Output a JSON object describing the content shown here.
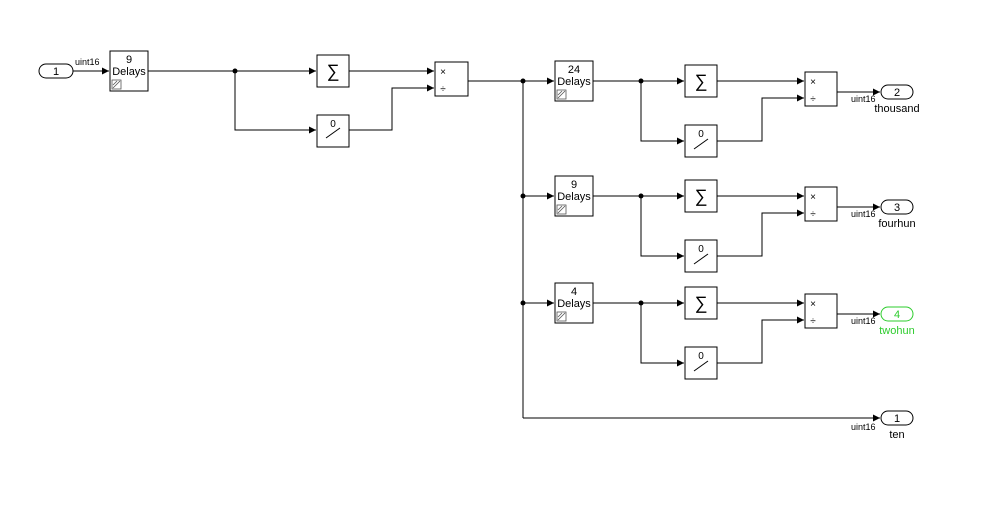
{
  "inport": {
    "number": "1",
    "signal_type": "uint16"
  },
  "delay_main": {
    "count": "9",
    "label": "Delays"
  },
  "discrete_zero_main": {
    "label": "0"
  },
  "product_ops": {
    "multiply": "×",
    "divide": "÷"
  },
  "branches": [
    {
      "delay_count": "24",
      "delay_label": "Delays",
      "zero_label": "0",
      "out_number": "2",
      "out_name": "thousand",
      "signal_type": "uint16",
      "highlight": false
    },
    {
      "delay_count": "9",
      "delay_label": "Delays",
      "zero_label": "0",
      "out_number": "3",
      "out_name": "fourhun",
      "signal_type": "uint16",
      "highlight": false
    },
    {
      "delay_count": "4",
      "delay_label": "Delays",
      "zero_label": "0",
      "out_number": "4",
      "out_name": "twohun",
      "signal_type": "uint16",
      "highlight": true
    }
  ],
  "direct_out": {
    "number": "1",
    "name": "ten",
    "signal_type": "uint16"
  },
  "colors": {
    "highlight": "#2ecc2e",
    "line": "#000000"
  }
}
